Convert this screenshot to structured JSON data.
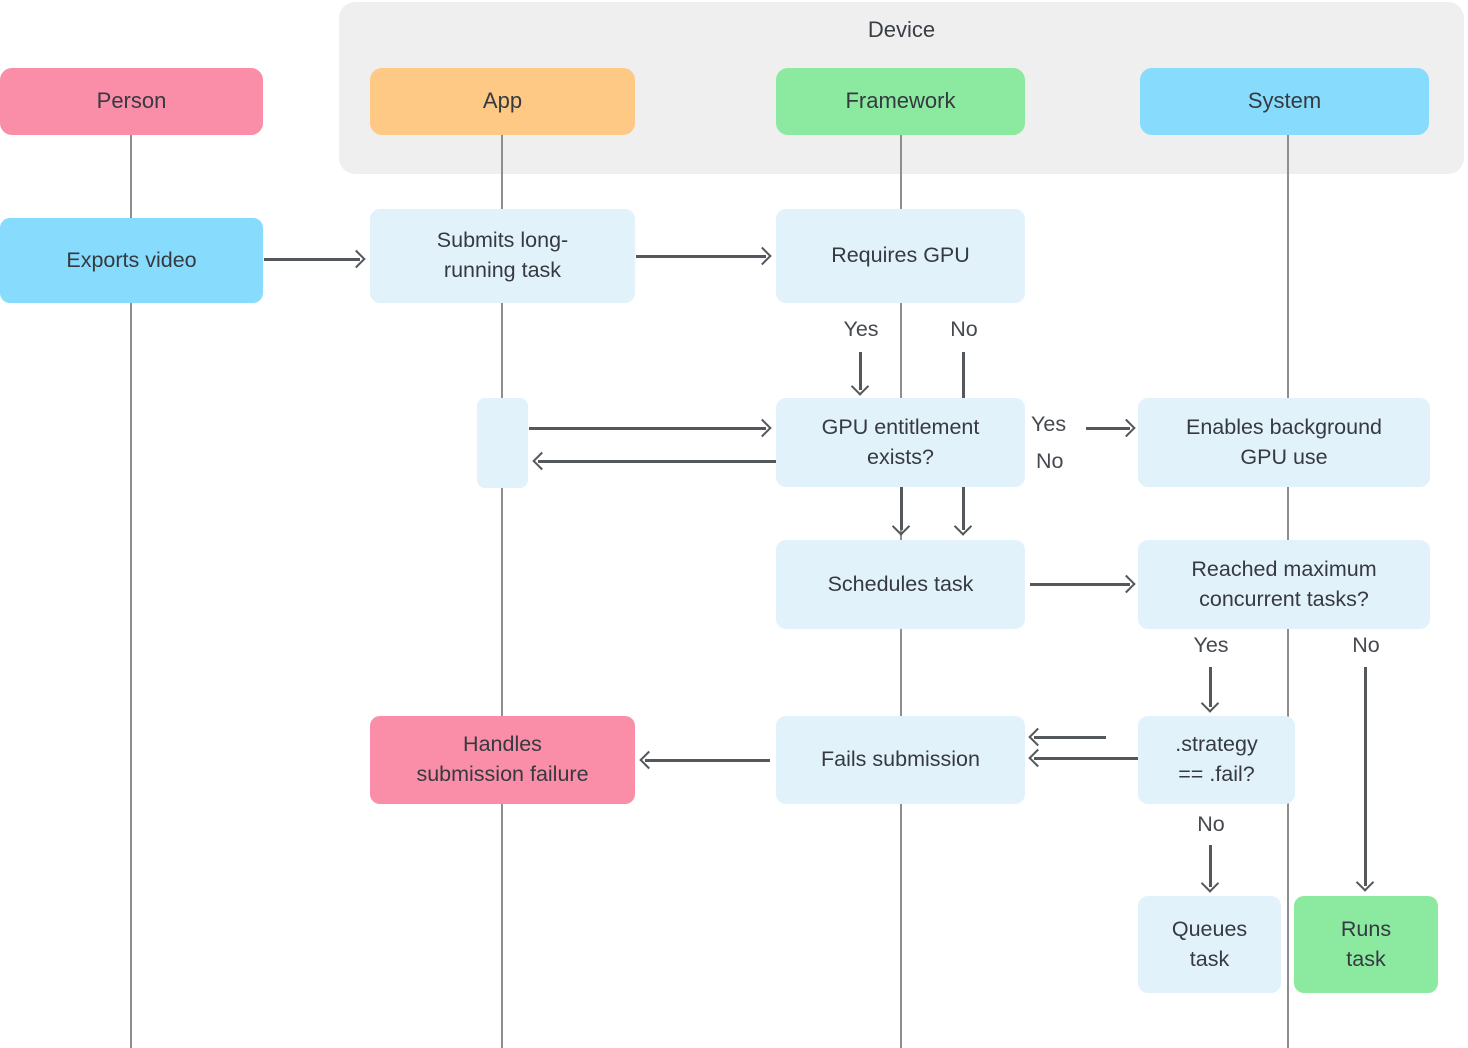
{
  "diagram": {
    "group_label": "Device",
    "lanes": {
      "person": "Person",
      "app": "App",
      "framework": "Framework",
      "system": "System"
    },
    "nodes": {
      "exports_video": "Exports video",
      "submits_task": "Submits long-\nrunning task",
      "requires_gpu": "Requires GPU",
      "gpu_entitlement": "GPU entitlement\nexists?",
      "enables_background": "Enables background\nGPU use",
      "schedules_task": "Schedules task",
      "reached_maximum": "Reached maximum\nconcurrent tasks?",
      "strategy_fail": ".strategy\n== .fail?",
      "fails_submission": "Fails submission",
      "handles_failure": "Handles\nsubmission failure",
      "queues_task": "Queues\ntask",
      "runs_task": "Runs\ntask"
    },
    "edge_labels": {
      "requires_gpu_yes": "Yes",
      "requires_gpu_no": "No",
      "entitlement_yes": "Yes",
      "entitlement_no": "No",
      "reached_yes": "Yes",
      "reached_no": "No",
      "strategy_no": "No"
    },
    "colors": {
      "person_pink": "#FA8DA7",
      "app_orange": "#FDC984",
      "framework_green": "#8BE9A0",
      "system_blue": "#87DBFC",
      "step_light_blue": "#E2F2FB",
      "device_group_gray": "#EFEFEF",
      "lifeline_gray": "#8E8E8E",
      "arrow_gray": "#54575C",
      "text_dark": "#363A40"
    }
  }
}
